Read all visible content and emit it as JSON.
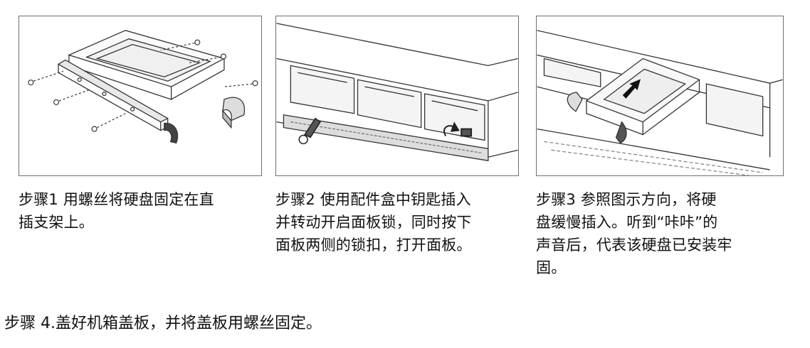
{
  "steps": [
    {
      "lines": [
        "步骤1 用螺丝将硬盘固定在直",
        "插支架上。"
      ],
      "illustration": "hdd-bracket-screws-illustration"
    },
    {
      "lines": [
        "步骤2 使用配件盒中钥匙插入",
        "并转动开启面板锁，同时按下",
        "面板两侧的锁扣，打开面板。"
      ],
      "illustration": "panel-key-unlock-illustration"
    },
    {
      "lines": [
        "步骤3  参照图示方向，将硬",
        "盘缓慢插入。听到“咔咔”的",
        "声音后，代表该硬盘已安装牢",
        "固。"
      ],
      "illustration": "hdd-insert-arrow-illustration"
    }
  ],
  "step4": "步骤 4.盖好机箱盖板，并将盖板用螺丝固定。"
}
